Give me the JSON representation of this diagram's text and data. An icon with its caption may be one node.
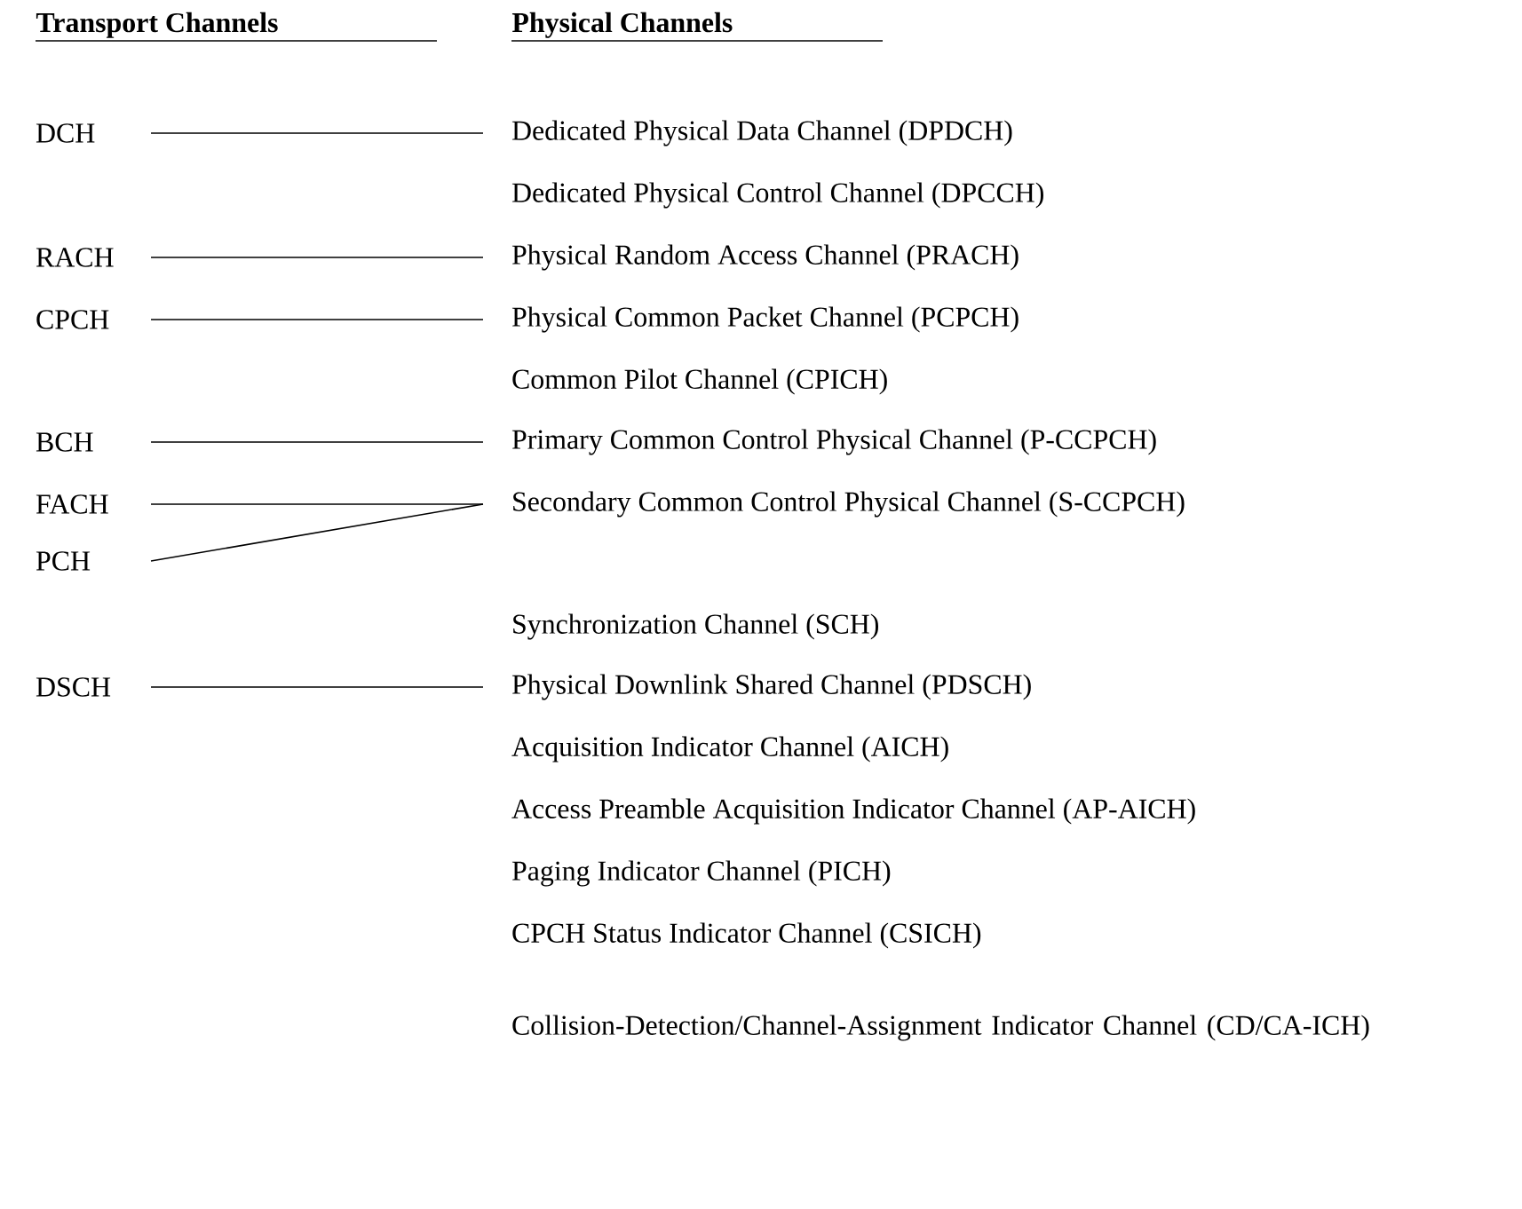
{
  "diagram": {
    "nodes": [
      {
        "text": [
          "DCH"
        ]
      },
      {
        "text": [
          "RACH"
        ]
      },
      {
        "text": [
          "CPCH"
        ]
      },
      {
        "text": [
          "BCH"
        ]
      },
      {
        "text": [
          "FACH"
        ]
      },
      {
        "text": [
          "PCH"
        ]
      },
      {
        "text": [
          "DSCH"
        ]
      },
      {
        "text": [
          "Dedicated Physical Data Channel (DPDCH)"
        ]
      },
      {
        "text": [
          "Dedicated Physical Control Channel (DPCCH)"
        ]
      },
      {
        "text": [
          "Physical Random Access Channel (PRACH)"
        ]
      },
      {
        "text": [
          "Physical Common Packet Channel (PCPCH)"
        ]
      },
      {
        "text": [
          "Common Pilot Channel (CPICH)"
        ]
      },
      {
        "text": [
          "Primary Common Control Physical Channel (P-CCPCH)"
        ]
      },
      {
        "text": [
          "Secondary Common Control Physical Channel (S-CCPCH)"
        ]
      },
      {
        "text": [
          "Synchronization Channel (SCH)"
        ]
      },
      {
        "text": [
          "Physical Downlink Shared Channel (PDSCH)"
        ]
      },
      {
        "text": [
          "Acquisition Indicator Channel (AICH)"
        ]
      },
      {
        "text": [
          "Access Preamble Acquisition Indicator Channel (AP-AICH)"
        ]
      },
      {
        "text": [
          "Paging Indicator Channel (PICH)"
        ]
      },
      {
        "text": [
          "CPCH Status Indicator Channel (CSICH)"
        ]
      },
      {
        "text": [
          "Collision-Detection/Channel-Assignment Indicator Channel (CD/CA-ICH)"
        ]
      }
    ],
    "edges": [
      {
        "from": 0,
        "to": 7,
        "arrow": "none"
      },
      {
        "from": 1,
        "to": 9,
        "arrow": "none"
      },
      {
        "from": 2,
        "to": 10,
        "arrow": "none"
      },
      {
        "from": 3,
        "to": 12,
        "arrow": "none"
      },
      {
        "from": 4,
        "to": 13,
        "arrow": "none"
      },
      {
        "from": 5,
        "to": 13,
        "arrow": "none"
      },
      {
        "from": 6,
        "to": 15,
        "arrow": "none"
      }
    ],
    "labels": [
      "Transport Channels",
      "Physical Channels"
    ]
  }
}
